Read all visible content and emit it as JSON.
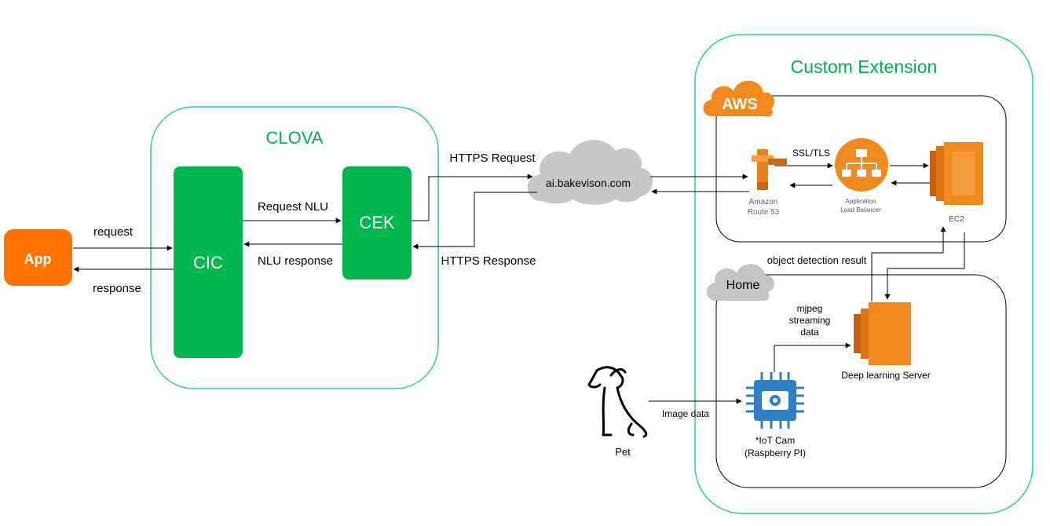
{
  "colors": {
    "accent": "#00b050",
    "group_border": "#2ecf8f",
    "app_orange": "#ff7300",
    "aws_orange": "#f08a1c",
    "cloud_gray": "#c8c8c8"
  },
  "nodes": {
    "app": "App",
    "cic": "CIC",
    "cek": "CEK",
    "cloud": "ai.bakevison.com",
    "route53_line1": "Amazon",
    "route53_line2": "Route 53",
    "alb_line1": "Application",
    "alb_line2": "Load Balancer",
    "ec2": "EC2",
    "deep_server": "Deep learning Server",
    "iot_line1": "*IoT Cam",
    "iot_line2": "(Raspberry PI)",
    "pet": "Pet"
  },
  "groups": {
    "clova": "CLOVA",
    "custom_extension": "Custom Extension",
    "aws": "AWS",
    "home": "Home"
  },
  "edges": {
    "request": "request",
    "response": "response",
    "request_nlu": "Request NLU",
    "nlu_response": "NLU response",
    "https_request": "HTTPS Request",
    "https_response": "HTTPS Response",
    "ssl_tls": "SSL/TLS",
    "object_detection": "object detection result",
    "mjpeg_line1": "mjpeg",
    "mjpeg_line2": "streaming",
    "mjpeg_line3": "data",
    "image_data": "Image data"
  },
  "icons": {
    "route53": "route53-icon",
    "alb": "load-balancer-icon",
    "ec2": "ec2-icon",
    "server": "server-icon",
    "camera": "camera-chip-icon",
    "pet": "dog-icon",
    "aws_cloud": "aws-cloud-icon",
    "home_cloud": "cloud-icon"
  }
}
